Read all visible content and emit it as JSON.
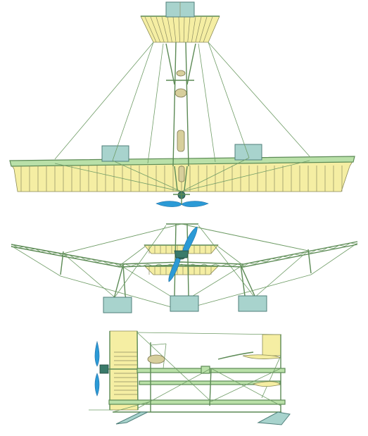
{
  "figure": {
    "views": [
      {
        "id": "plan-view"
      },
      {
        "id": "front-view"
      },
      {
        "id": "side-view"
      }
    ]
  },
  "colors": {
    "fabric": "#f5eea3",
    "frame": "#b9e0a8",
    "floats": "#a8d3cd",
    "propeller": "#2b9ad6",
    "wires": "#6f9c66"
  },
  "icons": [
    "propeller-icon",
    "float-icon",
    "engine-icon"
  ]
}
